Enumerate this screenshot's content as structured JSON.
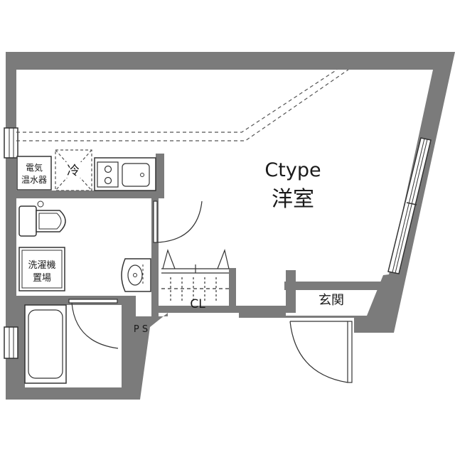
{
  "labels": {
    "type_name": "Ctype",
    "room": "洋室",
    "heater_line1": "電気",
    "heater_line2": "温水器",
    "fridge": "冷",
    "washer_line1": "洗濯機",
    "washer_line2": "置場",
    "closet": "CL",
    "entrance": "玄関",
    "pipe_space": "P S"
  },
  "colors": {
    "wall": "#7b7b7b",
    "line": "#333333",
    "background": "#ffffff"
  }
}
